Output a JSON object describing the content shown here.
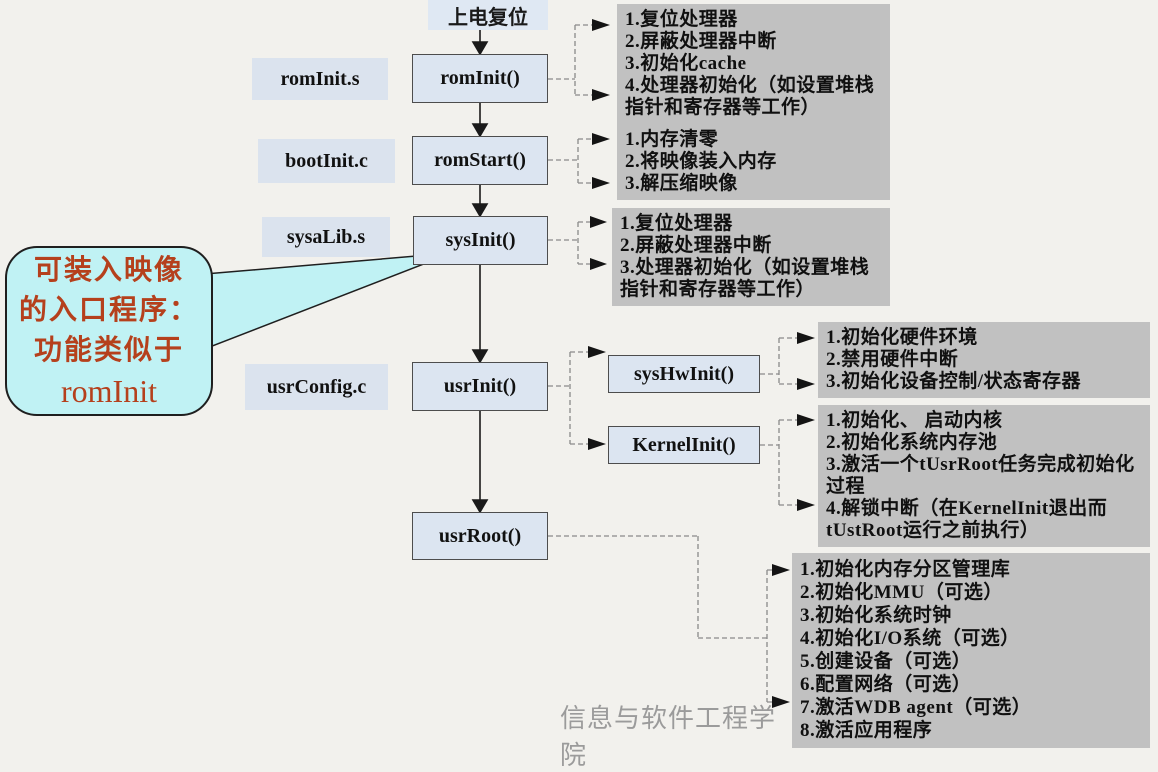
{
  "palette": {
    "background": "#f2f1ed",
    "flow_box_fill": "#dce5f1",
    "note_box_fill": "#c1c1c1",
    "callout_fill": "#c0f2f4",
    "callout_text": "#b5401c"
  },
  "diagram": {
    "start_label": "上电复位",
    "files": {
      "romInit": "romInit.s",
      "bootInit": "bootInit.c",
      "sysaLib": "sysaLib.s",
      "usrConfig": "usrConfig.c"
    },
    "functions": {
      "romInit": "romInit()",
      "romStart": "romStart()",
      "sysInit": "sysInit()",
      "usrInit": "usrInit()",
      "sysHwInit": "sysHwInit()",
      "kernelInit": "KernelInit()",
      "usrRoot": "usrRoot()"
    },
    "notes": {
      "romInit": [
        "1.复位处理器",
        "2.屏蔽处理器中断",
        "3.初始化cache",
        "4.处理器初始化（如设置堆栈指针和寄存器等工作）"
      ],
      "romStart": [
        "1.内存清零",
        "2.将映像装入内存",
        "3.解压缩映像"
      ],
      "sysInit": [
        "1.复位处理器",
        "2.屏蔽处理器中断",
        "3.处理器初始化（如设置堆栈指针和寄存器等工作）"
      ],
      "sysHwInit": [
        "1.初始化硬件环境",
        "2.禁用硬件中断",
        "3.初始化设备控制/状态寄存器"
      ],
      "kernelInit": [
        "1.初始化、 启动内核",
        "2.初始化系统内存池",
        "3.激活一个tUsrRoot任务完成初始化过程",
        "4.解锁中断（在KernelInit退出而tUstRoot运行之前执行）"
      ],
      "usrRoot": [
        "1.初始化内存分区管理库",
        "2.初始化MMU（可选）",
        "3.初始化系统时钟",
        "4.初始化I/O系统（可选）",
        "5.创建设备（可选）",
        "6.配置网络（可选）",
        "7.激活WDB agent（可选）",
        "8.激活应用程序"
      ]
    },
    "callout": {
      "lines": [
        "可装入映像",
        "的入口程序：",
        "功能类似于",
        "romInit"
      ]
    },
    "watermark": "信息与软件工程学院"
  }
}
